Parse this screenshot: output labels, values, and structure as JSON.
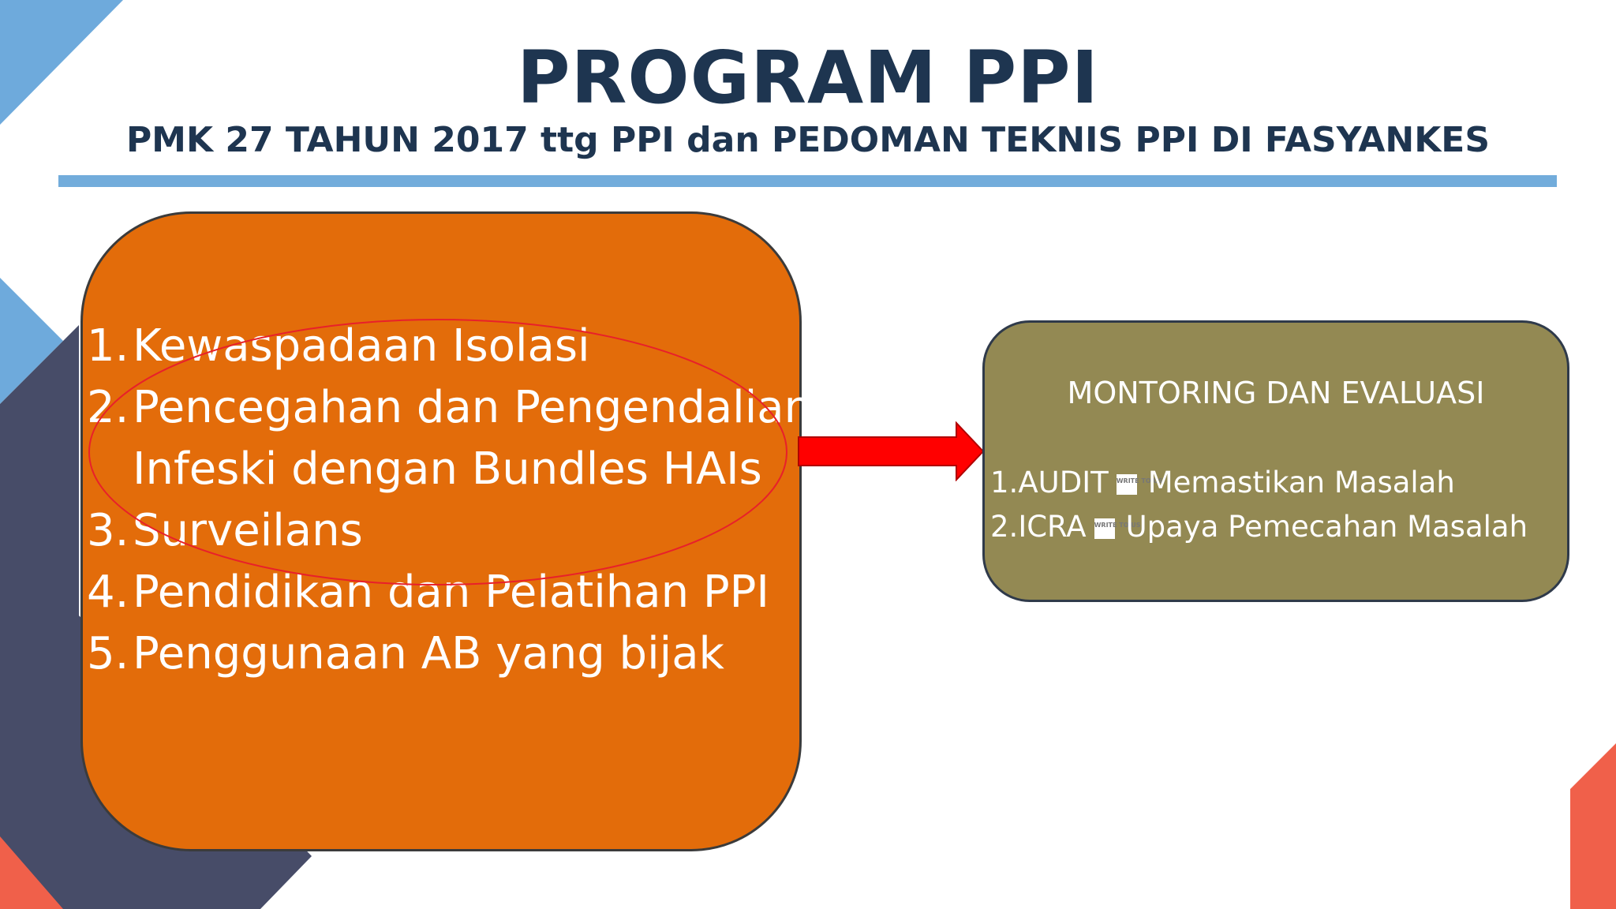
{
  "slide": {
    "title": "PROGRAM PPI",
    "subtitle": "PMK 27 TAHUN 2017 ttg PPI dan PEDOMAN TEKNIS PPI DI FASYANKES"
  },
  "program_box": {
    "items": [
      {
        "num": "1.",
        "lines": [
          "Kewaspadaan Isolasi"
        ]
      },
      {
        "num": "2.",
        "lines": [
          "Pencegahan dan Pengendalian",
          "Infeski dengan Bundles HAIs"
        ]
      },
      {
        "num": "3.",
        "lines": [
          "Surveilans"
        ]
      },
      {
        "num": "4.",
        "lines": [
          "Pendidikan dan Pelatihan PPI"
        ]
      },
      {
        "num": "5.",
        "lines": [
          "Penggunaan AB yang bijak"
        ]
      }
    ]
  },
  "monev_box": {
    "heading": "MONTORING DAN EVALUASI",
    "items": [
      {
        "num": "1.",
        "term": "AUDIT",
        "desc": "Memastikan Masalah"
      },
      {
        "num": "2.",
        "term": "ICRA",
        "desc": "Upaya Pemecahan Masalah"
      }
    ],
    "glyph_text": "WRITE TO US"
  },
  "colors": {
    "title": "#1e3550",
    "rule": "#72acdb",
    "program_box": "#e36c0a",
    "monev_box": "#938953",
    "arrow": "#ff0000",
    "highlight": "#e8202a"
  },
  "icons": {
    "arrow": "right-arrow-icon"
  }
}
